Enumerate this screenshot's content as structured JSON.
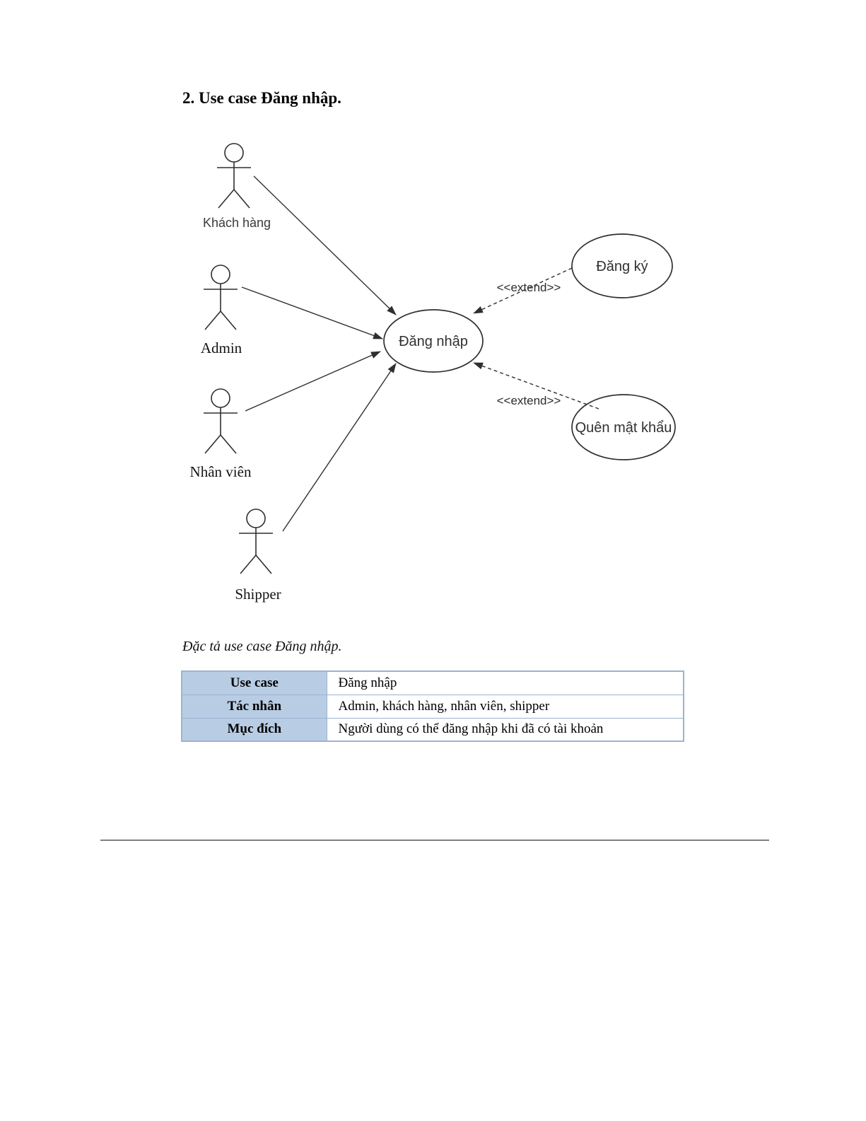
{
  "document": {
    "title": "2. Use case Đăng nhập.",
    "figure_caption": "Đặc tả use case Đăng nhập."
  },
  "diagram": {
    "type": "uml-use-case",
    "stroke_color": "#2f2f2f",
    "actors": [
      {
        "label": "Khách hàng"
      },
      {
        "label": "Admin"
      },
      {
        "label": "Nhân viên"
      },
      {
        "label": "Shipper"
      }
    ],
    "use_cases": [
      {
        "label": "Đăng nhập"
      },
      {
        "label": "Đăng ký"
      },
      {
        "label": "Quên mật khẩu"
      }
    ],
    "extend_label": "<<extend>>",
    "relationships": [
      {
        "from": "Khách hàng",
        "to": "Đăng nhập",
        "type": "association"
      },
      {
        "from": "Admin",
        "to": "Đăng nhập",
        "type": "association"
      },
      {
        "from": "Nhân viên",
        "to": "Đăng nhập",
        "type": "association"
      },
      {
        "from": "Shipper",
        "to": "Đăng nhập",
        "type": "association"
      },
      {
        "from": "Đăng ký",
        "to": "Đăng nhập",
        "type": "extend"
      },
      {
        "from": "Quên mật khẩu",
        "to": "Đăng nhập",
        "type": "extend"
      }
    ]
  },
  "spec_table": {
    "header_bg": "#b8cce4",
    "border_color": "#9db3d1",
    "rows": [
      {
        "header": "Use case",
        "value": "Đăng nhập"
      },
      {
        "header": "Tác nhân",
        "value": "Admin, khách hàng, nhân viên, shipper"
      },
      {
        "header": "Mục đích",
        "value": "Người dùng có thể đăng nhập khi đã có tài khoản"
      }
    ]
  }
}
